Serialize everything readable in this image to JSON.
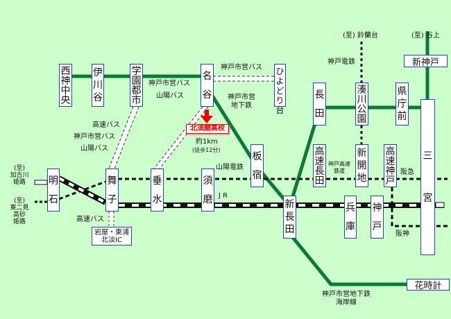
{
  "colors": {
    "background": "#ccffcc",
    "subway": "#0a7a3a",
    "station_border": "#1f44a8",
    "highlight": "#e00000"
  },
  "stations": {
    "seishin_chuo": "西神中央",
    "ikawadani": "伊川谷",
    "gakuen_toshi": "学園都市",
    "myodani": "名谷",
    "hiyodoridai": "ひよどり台",
    "nagata": "長田",
    "minatogawa_koen": "湊川公園",
    "kencho_mae": "県庁前",
    "shin_kobe": "新神戸",
    "sannomiya": "三宮",
    "itayado": "板宿",
    "kosoku_nagata": "高速長田",
    "shinkaichi": "新開地",
    "kosoku_kobe": "高速神戸",
    "akashi": "明石",
    "maiko": "舞子",
    "tarumi": "垂水",
    "suma": "須磨",
    "shin_nagata": "新長田",
    "hyogo": "兵庫",
    "kobe": "神戸",
    "iwaya_line1": "岩屋・東浦",
    "iwaya_line2": "北淡IC",
    "hanadokei": "花時計"
  },
  "labels": {
    "city_bus_hiyodori": "神戸市営バス",
    "city_bus_myodani": "神戸市営バス",
    "sanyo_bus_myodani": "山陽バス",
    "subway_1": "神戸市営",
    "subway_2": "地下鉄",
    "school": "北須磨高校",
    "distance": "約1km",
    "walk": "(徒歩12分)",
    "hwy_bus_gakuen": "高速バス",
    "city_bus_gakuen": "神戸市営バス",
    "sanyo_bus_gakuen": "山陽バス",
    "sanyo_railway": "山陽電鉄",
    "jr": "J R",
    "kobe_electric": "神戸電鉄",
    "to_suzurandai": "(至) 鈴蘭台",
    "to_tanigami": "(至) 谷上",
    "kosoku_1": "神戸高速",
    "kosoku_2": "鉄道",
    "hankyu": "阪急",
    "hanshin": "阪神",
    "to_west1_a": "(至)",
    "to_west1_b": "加古川",
    "to_west1_c": "姫路",
    "to_west2_a": "(至)",
    "to_west2_b": "東二見",
    "to_west2_c": "高砂",
    "to_west2_d": "姫路",
    "hwy_bus_maiko": "高速バス",
    "kaigan_1": "神戸市営地下鉄",
    "kaigan_2": "海岸線"
  }
}
